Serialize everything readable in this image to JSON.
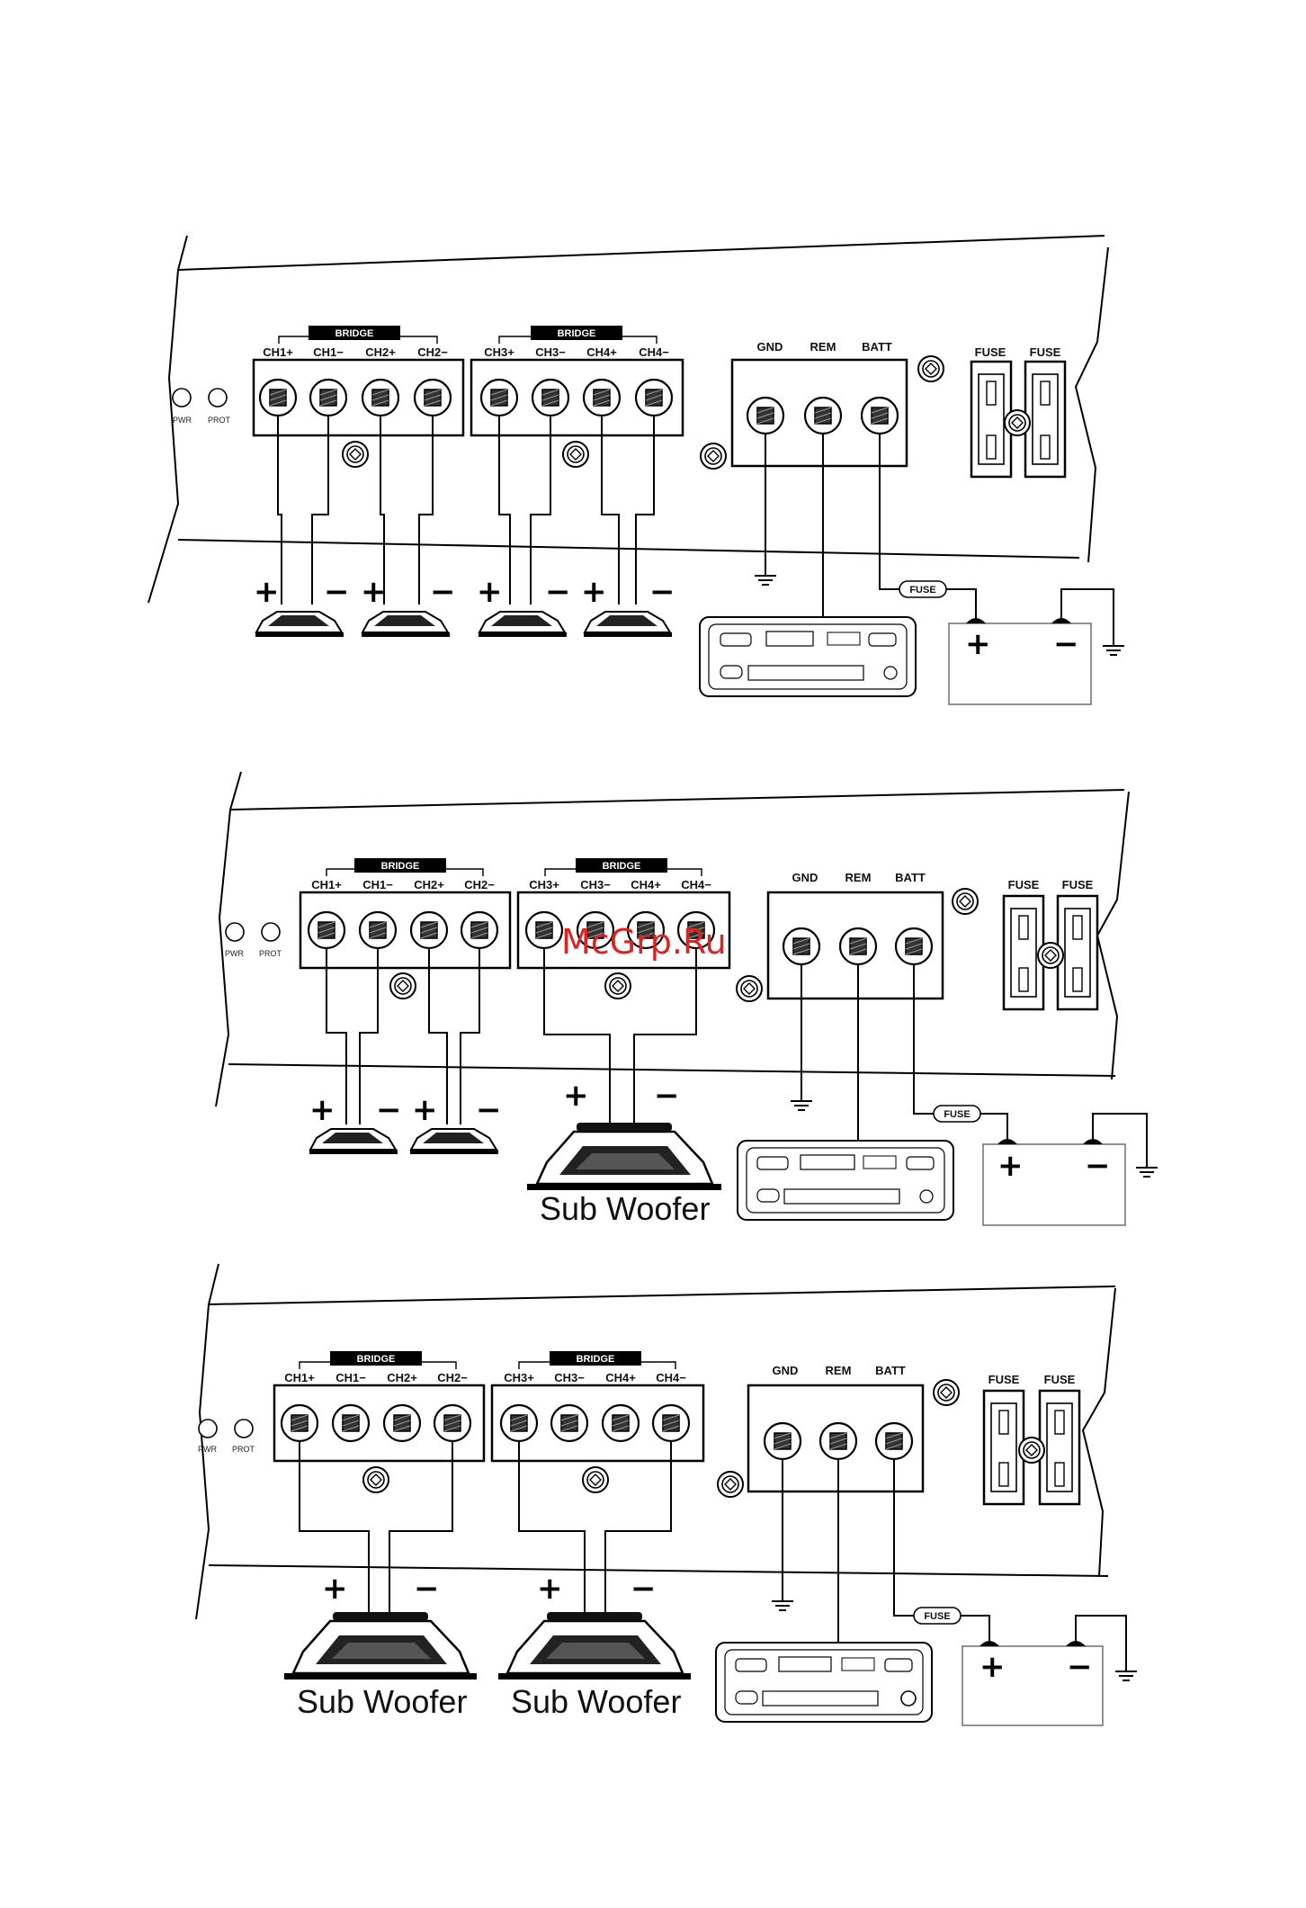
{
  "labels": {
    "bridge": "BRIDGE",
    "ch1p": "CH1+",
    "ch1m": "CH1−",
    "ch2p": "CH2+",
    "ch2m": "CH2−",
    "ch3p": "CH3+",
    "ch3m": "CH3−",
    "ch4p": "CH4+",
    "ch4m": "CH4−",
    "gnd": "GND",
    "rem": "REM",
    "batt": "BATT",
    "fuse": "FUSE",
    "pwr": "PWR",
    "prot": "PROT",
    "plus": "+",
    "minus": "−",
    "sub_woofer": "Sub Woofer"
  },
  "watermark": "McGrp.Ru"
}
